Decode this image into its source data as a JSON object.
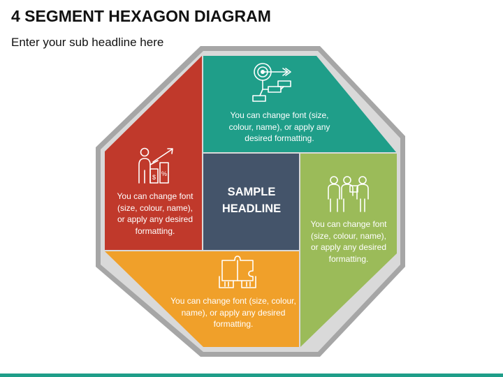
{
  "title": "4 SEGMENT HEXAGON DIAGRAM",
  "subtitle": "Enter your sub headline here",
  "center": {
    "label": "SAMPLE HEADLINE",
    "color": "#44546A"
  },
  "segments": [
    {
      "id": "top",
      "color": "#1F9E89",
      "icon": "target-flowchart-icon",
      "text": "You can change font (size, colour, name), or apply any desired formatting."
    },
    {
      "id": "right",
      "color": "#9BBB59",
      "icon": "business-team-icon",
      "text": "You can change font (size, colour, name), or apply any desired formatting."
    },
    {
      "id": "bottom",
      "color": "#F0A02A",
      "icon": "puzzle-hands-icon",
      "text": "You can change font (size, colour, name), or apply any desired formatting."
    },
    {
      "id": "left",
      "color": "#C0392B",
      "icon": "business-growth-icon",
      "text": "You can change font (size, colour, name), or apply any desired formatting."
    }
  ],
  "frame": {
    "fill": "#A6A6A6",
    "inner": "#D9D9D9"
  },
  "accent_bar_color": "#1F9E89"
}
